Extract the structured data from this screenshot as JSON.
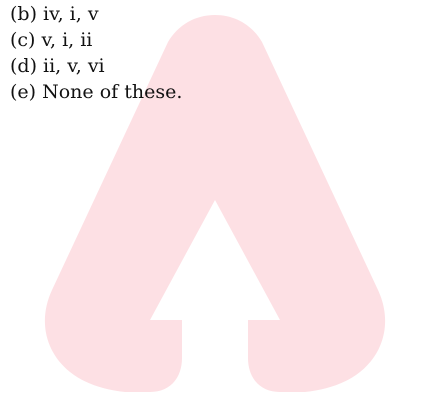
{
  "options": [
    "(b) iv, i, v",
    "(c) v, i, ii",
    "(d) ii, v, vi",
    "(e) None of these."
  ],
  "watermark": {
    "logo": "brand-arrow-logo",
    "color": "#fde0e4"
  }
}
